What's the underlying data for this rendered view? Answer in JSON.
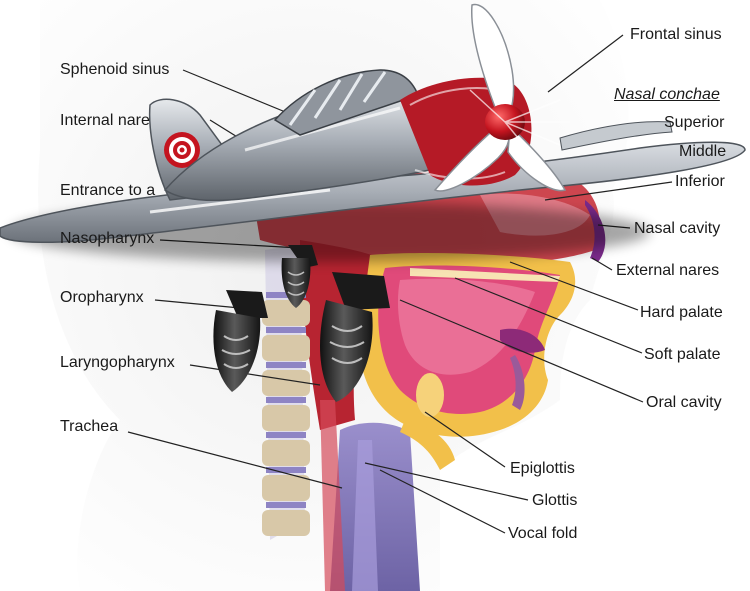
{
  "labels": {
    "sphenoid_sinus": "Sphenoid sinus",
    "internal_nares": "Internal nare",
    "entrance_to": "Entrance to a",
    "nasopharynx": "Nasopharynx",
    "oropharynx": "Oropharynx",
    "laryngopharynx": "Laryngopharynx",
    "trachea": "Trachea",
    "frontal_sinus": "Frontal sinus",
    "nasal_conchae": "Nasal conchae",
    "superior": "Superior",
    "middle": "Middle",
    "inferior": "Inferior",
    "nasal_cavity": "Nasal cavity",
    "external_nares": "External nares",
    "hard_palate": "Hard palate",
    "soft_palate": "Soft palate",
    "oral_cavity": "Oral cavity",
    "epiglottis": "Epiglottis",
    "glottis": "Glottis",
    "vocal_fold": "Vocal fold"
  },
  "colors": {
    "tissue_red": "#b3202a",
    "palate_pink": "#e04a7a",
    "cartilage_yellow": "#f2c04a",
    "trachea_purple": "#7b6fb0",
    "airplane_silver": "#9aa0a8",
    "nose_cone_red": "#c4141f",
    "bomb_dark": "#2a2a2a"
  }
}
